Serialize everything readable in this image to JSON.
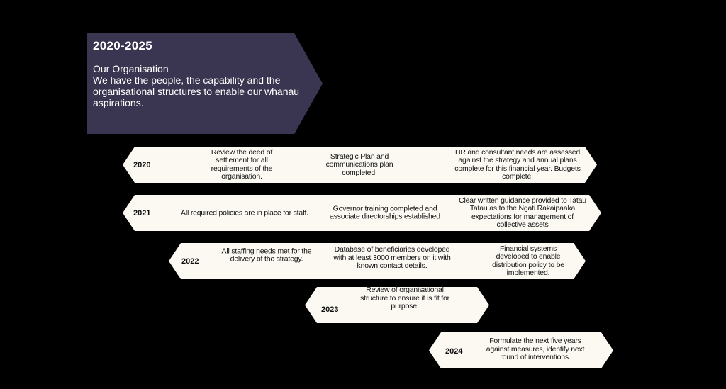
{
  "header": {
    "title": "2020-2025",
    "subtitle": "Our Organisation",
    "description": "We have the people, the capability and the organisational structures to enable our whanau aspirations."
  },
  "rows": [
    {
      "year": "2020",
      "items": [
        "Review the deed of settlement for all requirements of the organisation.",
        "Strategic Plan  and communications plan completed,",
        "HR and consultant needs are assessed against the strategy and annual plans complete for this financial year. Budgets complete."
      ]
    },
    {
      "year": "2021",
      "items": [
        "All required policies are in place for staff.",
        "Governor training completed  and associate directorships established",
        "Clear written guidance provided to Tatau Tatau as to the Ngati Rakaipaaka expectations for management of collective assets"
      ]
    },
    {
      "year": "2022",
      "items": [
        "All staffing needs met for the delivery of the strategy.",
        "Database of beneficiaries developed with at least 3000 members on it with known contact details.",
        "Financial systems developed to enable distribution policy to be implemented."
      ]
    },
    {
      "year": "2023",
      "items": [
        "Review of organisational structure to ensure it is fit for purpose."
      ]
    },
    {
      "year": "2024",
      "items": [
        "Formulate the next five years against measures, identify next round of interventions."
      ]
    }
  ]
}
